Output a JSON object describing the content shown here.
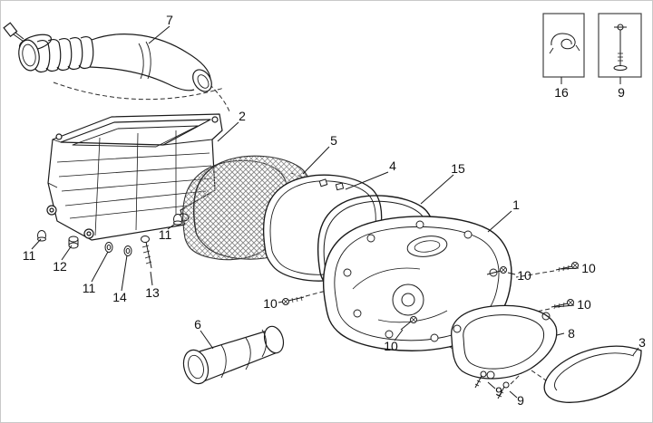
{
  "colors": {
    "ink": "#1a1a1a",
    "hatch": "#8f8f8f",
    "frame": "#c9c9c9"
  },
  "diagram": {
    "callouts": [
      {
        "part": "7"
      },
      {
        "part": "2"
      },
      {
        "part": "5"
      },
      {
        "part": "4"
      },
      {
        "part": "15"
      },
      {
        "part": "1"
      },
      {
        "part": "16"
      },
      {
        "part": "9"
      },
      {
        "part": "10"
      },
      {
        "part": "10"
      },
      {
        "part": "10"
      },
      {
        "part": "10"
      },
      {
        "part": "10"
      },
      {
        "part": "11"
      },
      {
        "part": "12"
      },
      {
        "part": "11"
      },
      {
        "part": "14"
      },
      {
        "part": "13"
      },
      {
        "part": "11"
      },
      {
        "part": "6"
      },
      {
        "part": "8"
      },
      {
        "part": "3"
      },
      {
        "part": "9"
      },
      {
        "part": "9"
      }
    ]
  }
}
